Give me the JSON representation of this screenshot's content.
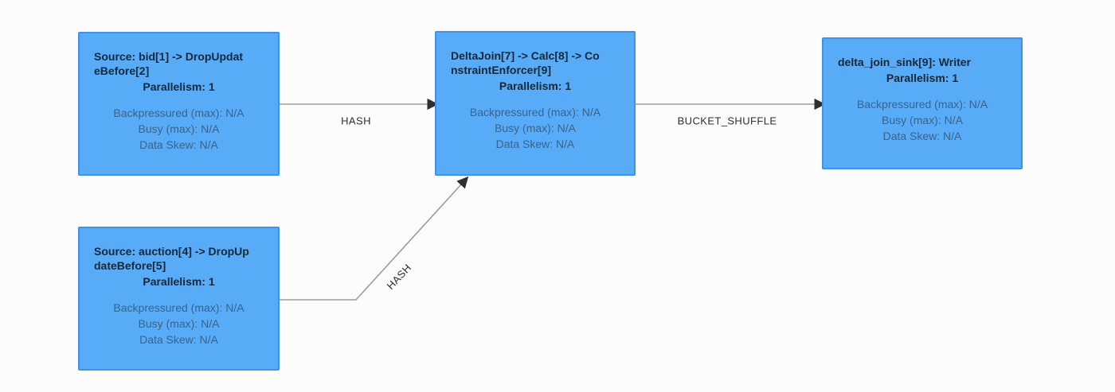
{
  "colors": {
    "background": "#fcfcfc",
    "node_fill": "#58abf6",
    "node_border": "#3d93e8",
    "node_title": "#14283c",
    "node_stats": "#38648c",
    "edge_line": "#9b9b9b",
    "edge_arrow": "#2f2f2f",
    "edge_label": "#2e2e2e"
  },
  "nodes": [
    {
      "id": "source_bid",
      "name": "Source: bid[1] -> DropUpdateBefore[2]",
      "name_lines": [
        "Source: bid[1] -> DropUpdat",
        "eBefore[2]"
      ],
      "parallelism_label": "Parallelism: 1",
      "stats": [
        "Backpressured (max): N/A",
        "Busy (max): N/A",
        "Data Skew: N/A"
      ]
    },
    {
      "id": "source_auction",
      "name": "Source: auction[4] -> DropUpdateBefore[5]",
      "name_lines": [
        "Source: auction[4] -> DropUp",
        "dateBefore[5]"
      ],
      "parallelism_label": "Parallelism: 1",
      "stats": [
        "Backpressured (max): N/A",
        "Busy (max): N/A",
        "Data Skew: N/A"
      ]
    },
    {
      "id": "deltajoin_calc_constraintenforcer",
      "name": "DeltaJoin[7] -> Calc[8] -> ConstraintEnforcer[9]",
      "name_lines": [
        "DeltaJoin[7] -> Calc[8] -> Co",
        "nstraintEnforcer[9]"
      ],
      "parallelism_label": "Parallelism: 1",
      "stats": [
        "Backpressured (max): N/A",
        "Busy (max): N/A",
        "Data Skew: N/A"
      ]
    },
    {
      "id": "delta_join_sink_writer",
      "name": "delta_join_sink[9]: Writer",
      "name_lines": [
        "delta_join_sink[9]: Writer"
      ],
      "parallelism_label": "Parallelism: 1",
      "stats": [
        "Backpressured (max): N/A",
        "Busy (max): N/A",
        "Data Skew: N/A"
      ]
    }
  ],
  "edges": [
    {
      "from": "source_bid",
      "to": "deltajoin_calc_constraintenforcer",
      "label": "HASH"
    },
    {
      "from": "source_auction",
      "to": "deltajoin_calc_constraintenforcer",
      "label": "HASH"
    },
    {
      "from": "deltajoin_calc_constraintenforcer",
      "to": "delta_join_sink_writer",
      "label": "BUCKET_SHUFFLE"
    }
  ]
}
